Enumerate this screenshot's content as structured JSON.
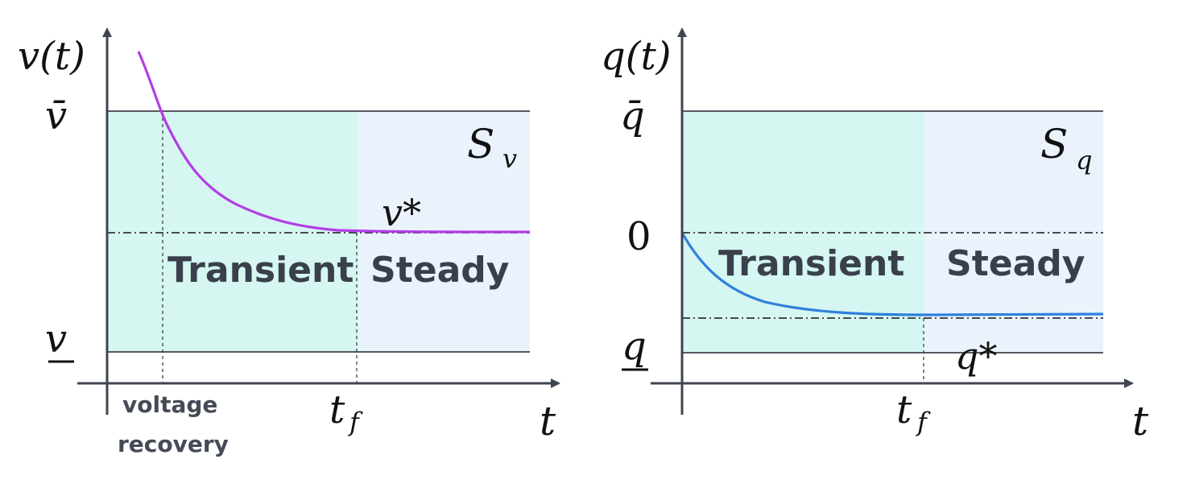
{
  "colors": {
    "axis": "#3e4450",
    "transient_fill": "#d5f6f1",
    "steady_fill": "#eaf3fc",
    "bound_line": "#555a62",
    "guide_line": "#333333",
    "voltage_curve": "#b33ee6",
    "reactive_curve": "#2f80dd"
  },
  "left_panel": {
    "y_axis_label": "v(t)",
    "upper_bound_label": "v̄",
    "lower_bound_label": "v",
    "set_label_main": "S",
    "set_label_sub": "v",
    "steady_value_label": "v*",
    "region_transient": "Transient",
    "region_steady": "Steady",
    "final_time_main": "t",
    "final_time_sub": "f",
    "x_axis_label": "t",
    "note_line_1": "voltage",
    "note_line_2": "recovery",
    "curve_icon": "exponential-decay-to-steady-state"
  },
  "right_panel": {
    "y_axis_label": "q(t)",
    "upper_bound_label": "q̄",
    "zero_label": "0",
    "lower_bound_label": "q",
    "set_label_main": "S",
    "set_label_sub": "q",
    "steady_value_label": "q*",
    "region_transient": "Transient",
    "region_steady": "Steady",
    "final_time_main": "t",
    "final_time_sub": "f",
    "x_axis_label": "t",
    "curve_icon": "exponential-decay-to-steady-state"
  }
}
